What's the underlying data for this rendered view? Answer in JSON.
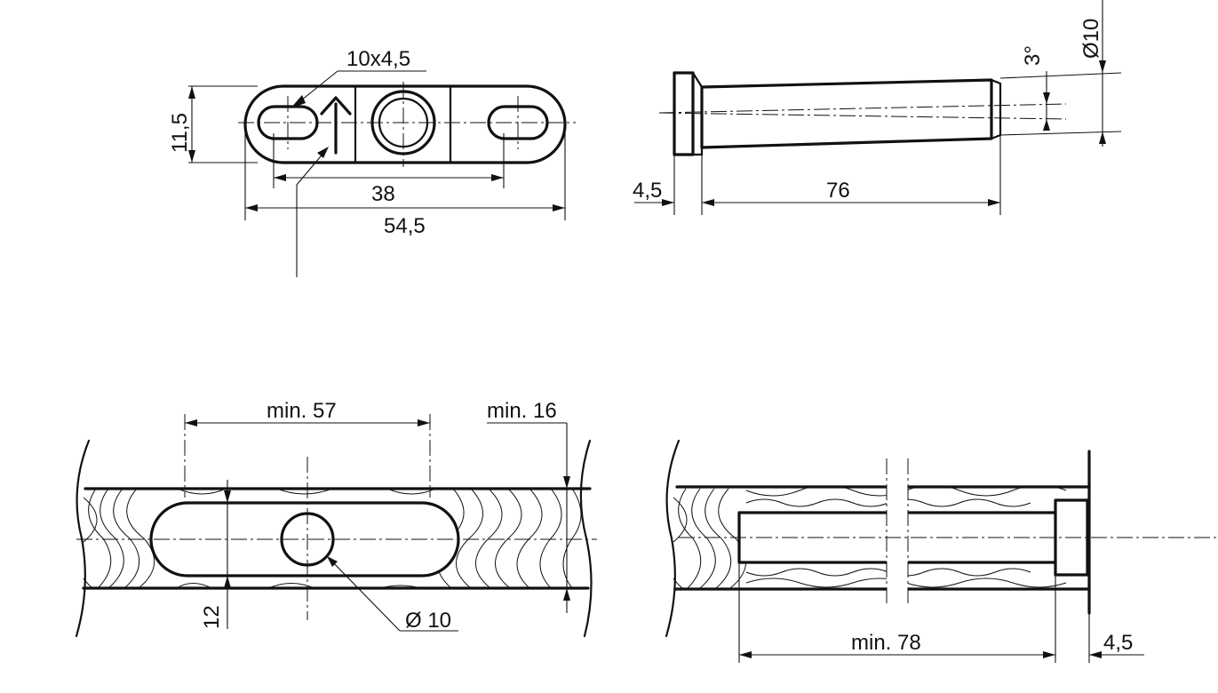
{
  "top_left_view": {
    "slot_size": "10x4,5",
    "height": "11,5",
    "hole_spacing": "38",
    "overall_length": "54,5"
  },
  "top_right_view": {
    "angle": "3°",
    "diameter": "Ø10",
    "head_thickness": "4,5",
    "pin_length": "76"
  },
  "bottom_left_view": {
    "min_spacing": "min. 57",
    "min_edge": "min. 16",
    "width": "12",
    "hole_diameter": "Ø 10"
  },
  "bottom_right_view": {
    "min_depth": "min. 78",
    "head_thickness": "4,5"
  }
}
